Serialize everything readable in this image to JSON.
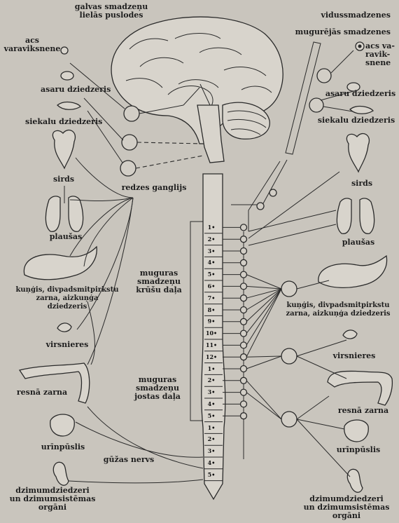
{
  "labels": {
    "cerebrum": "galvas smadzeņu\nlielās puslodes",
    "midbrain": "vidussmadzenes",
    "medulla": "mugurējās smadzenes",
    "iris_left": "acs\nvaraviksnene",
    "iris_right": "acs va-\nravik-\nsnene",
    "lacrimal_left": "asaru dziedzeris",
    "lacrimal_right": "asaru dziedzeris",
    "salivary_left": "siekalu dziedzeris",
    "salivary_right": "siekalu dziedzeris",
    "heart_left": "sirds",
    "heart_right": "sirds",
    "ganglia": "redzes ganglijs",
    "lungs_left": "plaušas",
    "lungs_right": "plaušas",
    "stomach_left": "kuņģis, divpadsmitpirkstu\nzarna, aizkuņģa\ndziedzeris",
    "stomach_right": "kuņģis, divpadsmitpirkstu\nzarna, aizkuņģa dziedzeris",
    "thoracic": "muguras\nsmadzeņu\nkrūšu daļa",
    "lumbar": "muguras\nsmadzeņu\njostas daļa",
    "adrenal_left": "virsnieres",
    "adrenal_right": "virsnieres",
    "colon_left": "resnā zarna",
    "colon_right": "resnā zarna",
    "bladder_left": "urīnpūslis",
    "bladder_right": "urīnpūslis",
    "pelvic": "gūžas nervs",
    "repro_left": "dzimumdziedzeri\nun dzimumsistēmas\norgāni",
    "repro_right": "dzimumdziedzeri\nun dzimumsistēmas\norgāni"
  },
  "vertebrae": {
    "thoracic": [
      "1",
      "2",
      "3",
      "4",
      "5",
      "6",
      "7",
      "8",
      "9",
      "10",
      "11",
      "12"
    ],
    "lumbar": [
      "1",
      "2",
      "3",
      "4",
      "5"
    ],
    "sacral": [
      "1",
      "2",
      "3",
      "4",
      "5"
    ]
  }
}
